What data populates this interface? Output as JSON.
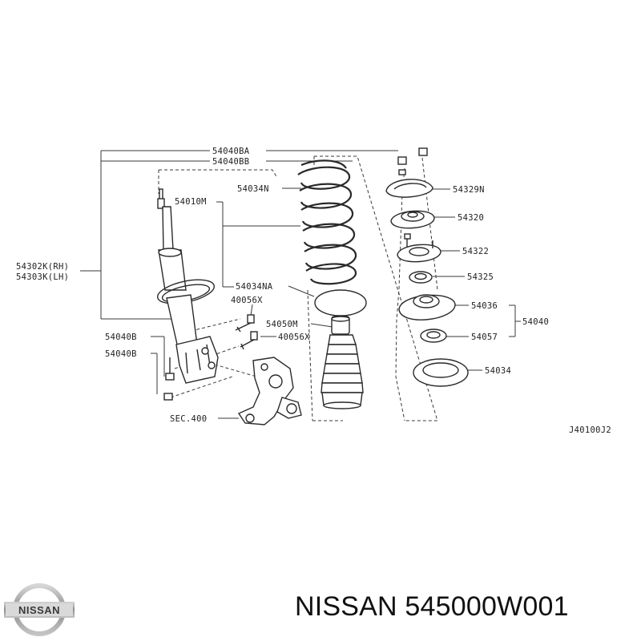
{
  "labels": {
    "l54040BA": "54040BA",
    "l54040BB": "54040BB",
    "l54010M": "54010M",
    "l54034N": "54034N",
    "l54329N": "54329N",
    "l54320": "54320",
    "l54322": "54322",
    "l54302K": "54302K(RH)",
    "l54303K": "54303K(LH)",
    "l54325": "54325",
    "l54034NA": "54034NA",
    "l40056X_top": "40056X",
    "l54036": "54036",
    "l54040": "54040",
    "l54050M": "54050M",
    "l40056X_bot": "40056X",
    "l54057": "54057",
    "l54040B_top": "54040B",
    "l54040B_bot": "54040B",
    "l54034": "54034",
    "lSEC400": "SEC.400",
    "lJ40100J2": "J40100J2"
  },
  "footer": {
    "brand": "NISSAN",
    "part_number": "NISSAN 545000W001"
  },
  "colors": {
    "line": "#2a2a2a",
    "text": "#111111",
    "logo_silver": "#9a9a9a"
  },
  "icons": {
    "logo": "nissan-logo-icon"
  }
}
